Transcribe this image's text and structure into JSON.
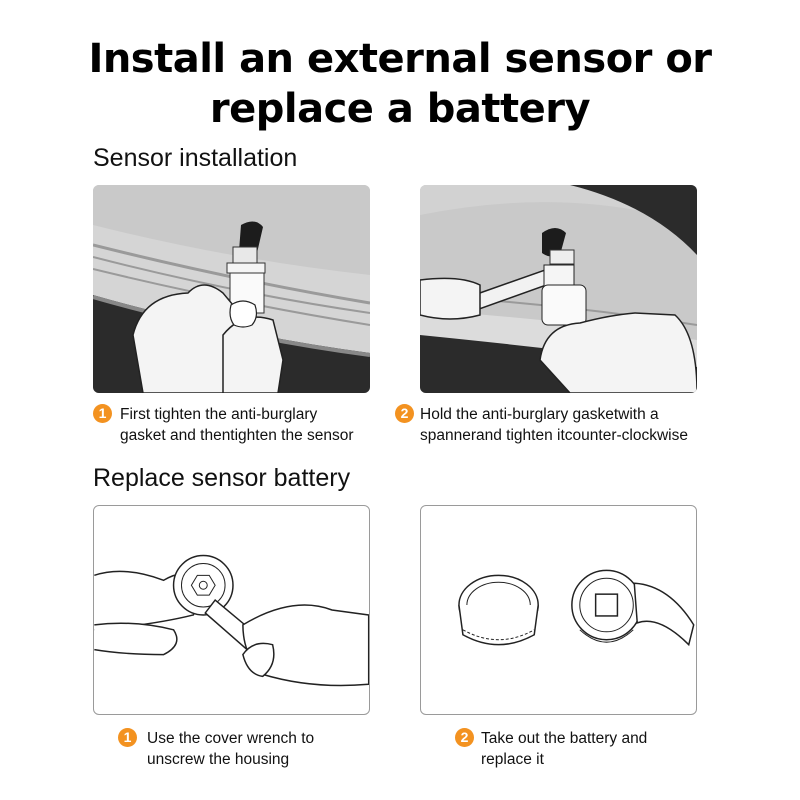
{
  "title": {
    "line1": "Install an external sensor or",
    "line2": "replace a battery"
  },
  "sections": [
    {
      "heading": "Sensor installation",
      "steps": [
        {
          "number": "1",
          "line1": "First tighten the anti-burglary",
          "line2": "gasket and thentighten the sensor",
          "image": "hand-tightening-sensor-on-valve"
        },
        {
          "number": "2",
          "line1": "Hold the anti-burglary gasketwith a",
          "line2": "spannerand tighten itcounter-clockwise",
          "image": "spanner-holding-gasket"
        }
      ]
    },
    {
      "heading": "Replace sensor battery",
      "steps": [
        {
          "number": "1",
          "line1": "Use the cover wrench to",
          "line2": "unscrew the housing",
          "image": "cover-wrench-unscrewing-housing"
        },
        {
          "number": "2",
          "line1": "Take out the battery and",
          "line2": "replace it",
          "image": "opened-sensor-housing"
        }
      ]
    }
  ],
  "colors": {
    "accent": "#f39220",
    "photo_background": "#c7c7c7",
    "tire_dark": "#2b2b2b"
  }
}
